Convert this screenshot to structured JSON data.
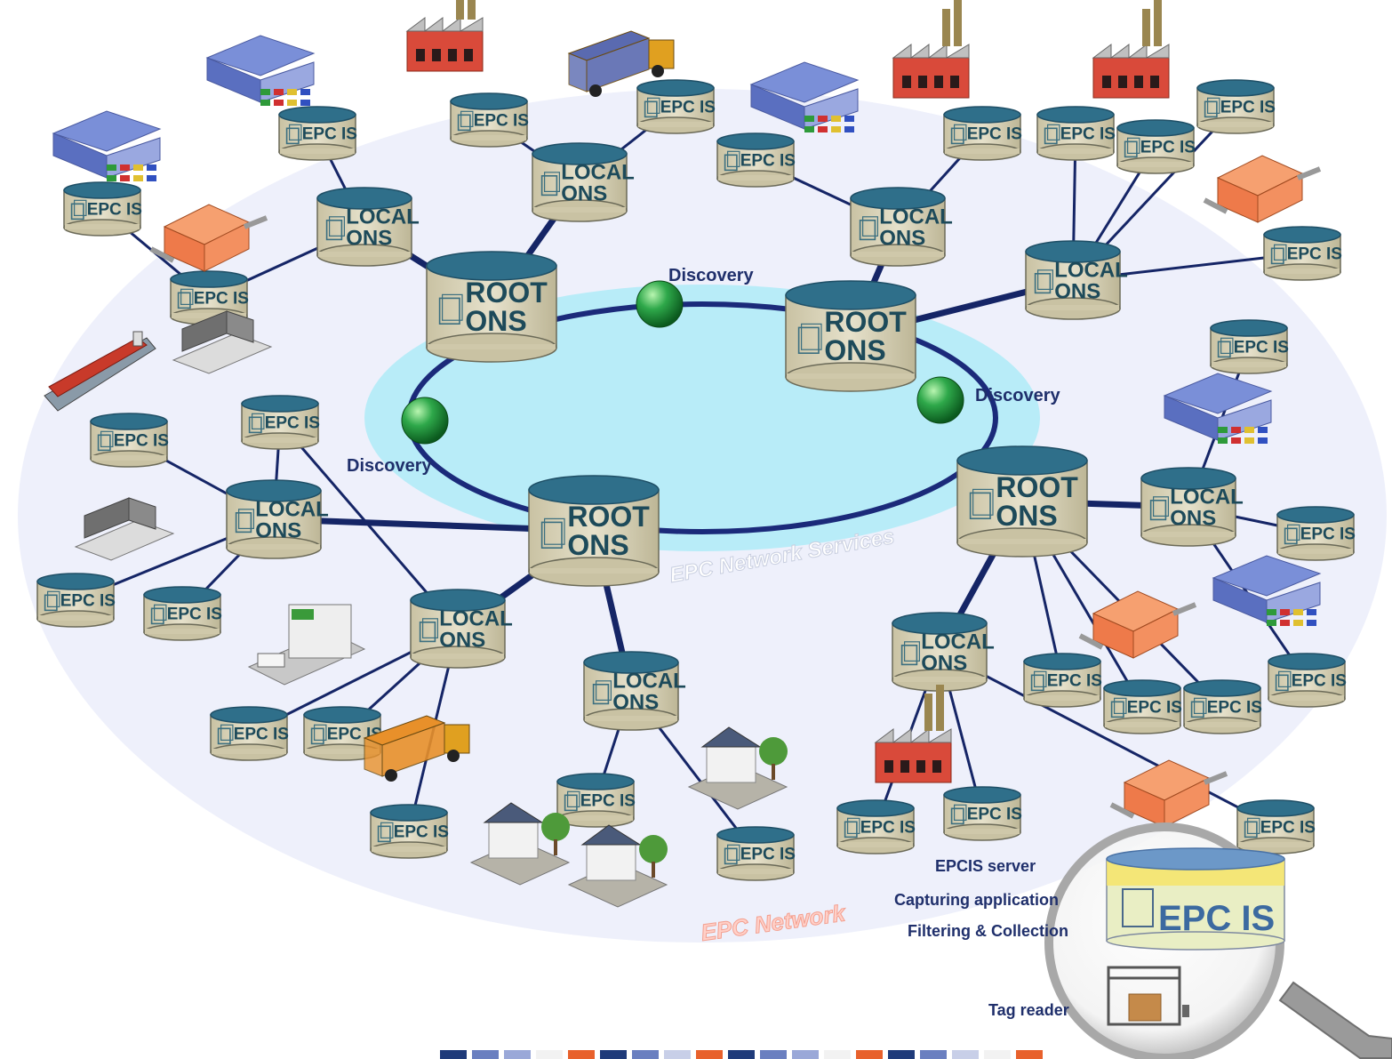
{
  "diagram": {
    "root_label_1": "ROOT",
    "root_label_2": "ONS",
    "local_label_1": "LOCAL",
    "local_label_2": "ONS",
    "epcis_label": "EPC IS",
    "discovery_label": "Discovery",
    "network_services_label": "EPC Network Services",
    "network_label": "EPC Network",
    "zoom": {
      "epcis_server": "EPCIS server",
      "capturing_application": "Capturing application",
      "filtering_collection": "Filtering & Collection",
      "tag_reader": "Tag reader",
      "big_epcis": "EPC IS"
    }
  },
  "colors": {
    "cylinder_fill": "#d8d2b8",
    "cylinder_top": "#2f6f8a",
    "link": "#1b2a7a",
    "ring_fill": "#b8ecf8",
    "outer_fill": "#eef0fb",
    "discovery_node": "#1f9a3a"
  }
}
